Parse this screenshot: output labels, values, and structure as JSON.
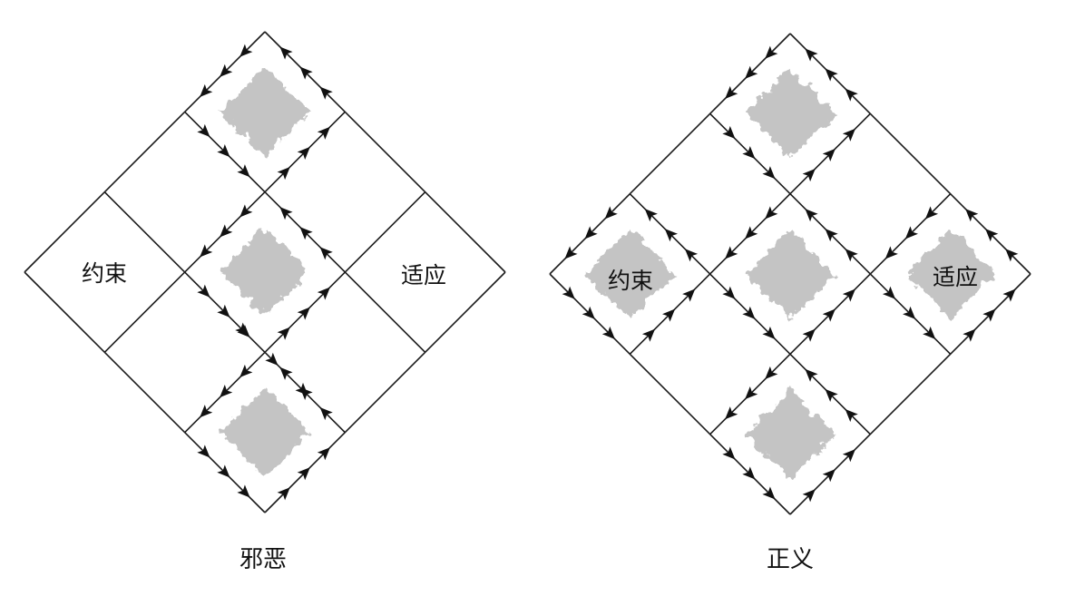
{
  "diagrams": [
    {
      "id": "evil",
      "caption": "邪恶",
      "left_label": "约束",
      "right_label": "适应",
      "blobs": [
        "top",
        "center",
        "bottom"
      ],
      "line_arrow": true
    },
    {
      "id": "justice",
      "caption": "正义",
      "left_label": "约束",
      "right_label": "适应",
      "blobs": [
        "top",
        "center",
        "bottom",
        "left",
        "right"
      ],
      "line_arrow": false
    }
  ],
  "colors": {
    "line": "#1a1a1a",
    "blob": "#c4c4c4",
    "arrow": "#111111"
  }
}
